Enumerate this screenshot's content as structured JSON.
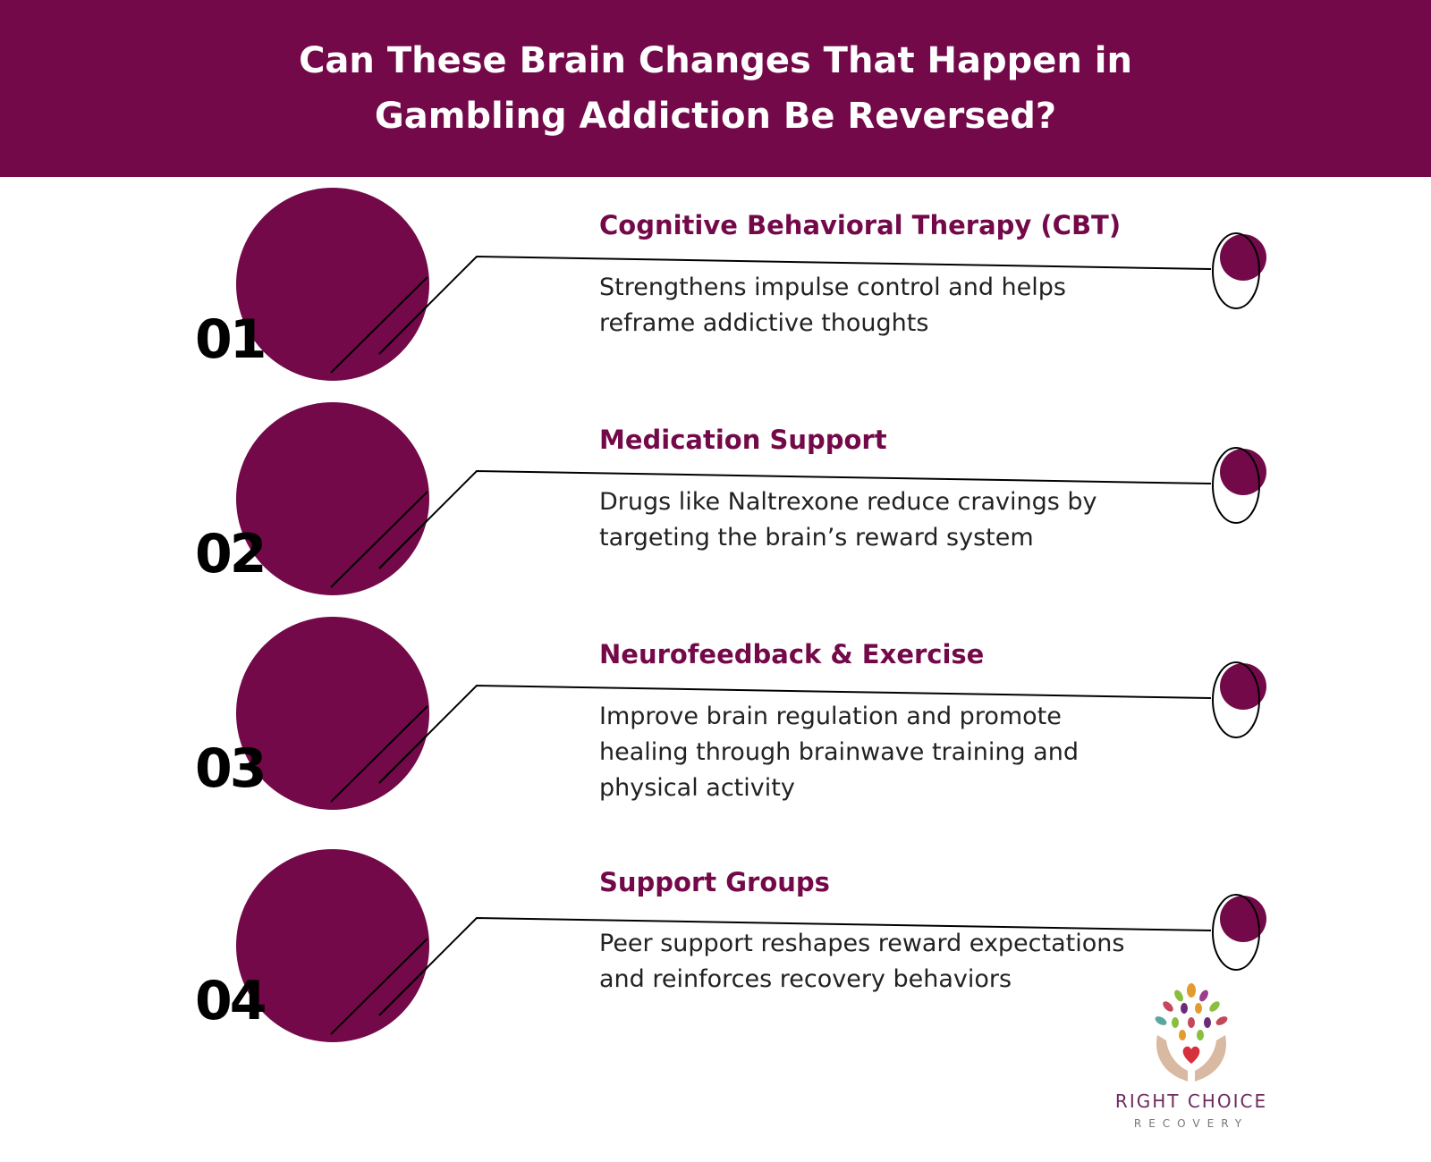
{
  "header": {
    "title_line1": "Can These Brain Changes That Happen in",
    "title_line2": "Gambling Addiction Be Reversed?"
  },
  "colors": {
    "brand": "#730949",
    "text": "#222222",
    "number": "#000000"
  },
  "steps": [
    {
      "number": "01",
      "title": "Cognitive Behavioral Therapy (CBT)",
      "description": "Strengthens impulse control and helps reframe addictive thoughts"
    },
    {
      "number": "02",
      "title": "Medication Support",
      "description": "Drugs like Naltrexone reduce cravings by targeting the brain’s reward system"
    },
    {
      "number": "03",
      "title": "Neurofeedback & Exercise",
      "description": "Improve brain regulation and promote healing through brainwave training and physical activity"
    },
    {
      "number": "04",
      "title": "Support Groups",
      "description": "Peer support reshapes reward expectations and reinforces recovery behaviors"
    }
  ],
  "logo": {
    "name": "RIGHT CHOICE",
    "subtitle": "RECOVERY",
    "icon": "tree-hands-heart-icon"
  }
}
